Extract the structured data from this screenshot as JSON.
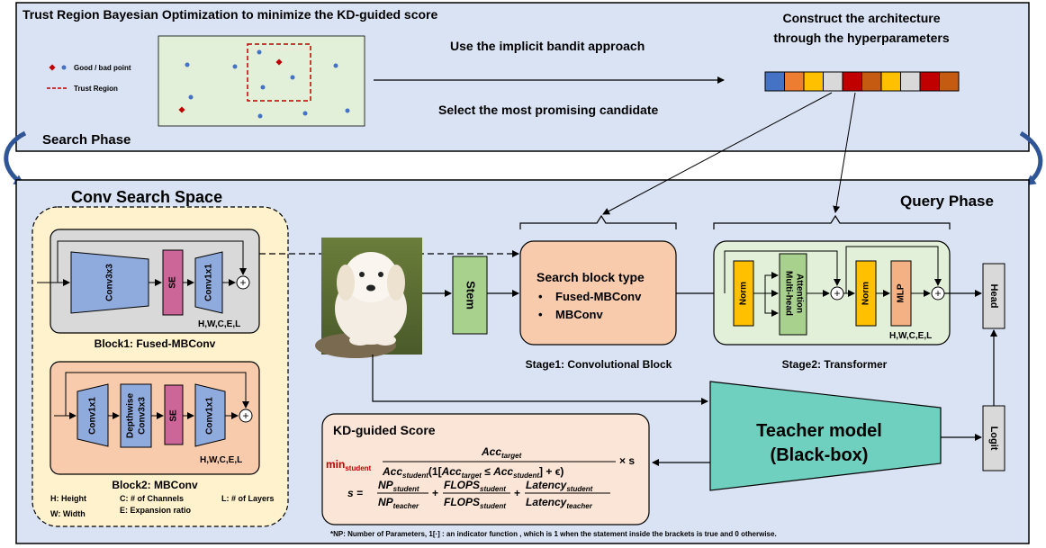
{
  "search_phase": {
    "title": "Trust Region Bayesian Optimization to minimize the KD-guided score",
    "phase_label": "Search Phase",
    "legend_point": "Good / bad point",
    "legend_region": "Trust Region",
    "bandit_text": "Use the implicit bandit approach",
    "select_text": "Select the most promising candidate",
    "construct_line1": "Construct the architecture",
    "construct_line2": "through the hyperparameters",
    "colors": {
      "good": "#c00000",
      "bad": "#4472c4",
      "region": "#c00000",
      "panel_bg": "#dae3f3",
      "plot_bg": "#e2f0d9"
    },
    "genome_colors": [
      "#4472c4",
      "#ed7d31",
      "#ffc000",
      "#d9d9d9",
      "#c00000",
      "#c55a11",
      "#ffc000",
      "#d9d9d9",
      "#c00000",
      "#c55a11"
    ]
  },
  "query_phase": {
    "label": "Query Phase",
    "conv_space": {
      "title": "Conv Search Space",
      "block1_layers": [
        "Conv3x3",
        "SE",
        "Conv1x1"
      ],
      "block1_params": "H,W,C,E,L",
      "block1_caption": "Block1: Fused-MBConv",
      "block2_layers": [
        "Conv1x1",
        "Depthwise",
        "Conv3x3",
        "SE",
        "Conv1x1"
      ],
      "block2_params": "H,W,C,E,L",
      "block2_caption": "Block2: MBConv",
      "legend": {
        "h": "H: Height",
        "w": "W: Width",
        "c": "C: # of Channels",
        "e": "E: Expansion ratio",
        "l": "L: # of Layers"
      }
    },
    "stem_label": "Stem",
    "stage1": {
      "title": "Search block type",
      "items": [
        "Fused-MBConv",
        "MBConv"
      ],
      "caption": "Stage1: Convolutional Block"
    },
    "stage2": {
      "layers": [
        "Norm",
        "Multi-head",
        "Attention",
        "Norm",
        "MLP"
      ],
      "params": "H,W,C,E,L",
      "caption": "Stage2: Transformer"
    },
    "head_label": "Head",
    "logit_label": "Logit",
    "teacher_line1": "Teacher model",
    "teacher_line2": "(Black-box)",
    "kd": {
      "title": "KD-guided Score",
      "min_word": "min",
      "min_sub": "student",
      "numerator": "Acc",
      "numerator_sub": "target",
      "den_acc": "Acc",
      "den_acc_sub": "student",
      "den_one": "(1",
      "den_ind_acc": "Acc",
      "den_ind_sub1": "target",
      "den_le": " ≤ ",
      "den_ind_acc2": "Acc",
      "den_ind_sub2": "student",
      "den_tail": "] + ϵ)",
      "times_s": "× s",
      "s_eq": "s =",
      "np": "NP",
      "np_sub_top": "student",
      "np_sub_bot": "teacher",
      "flops": "FLOPS",
      "flops_sub_top": "student",
      "flops_sub_bot": "student",
      "latency": "Latency",
      "lat_sub_top": "student",
      "lat_sub_bot": "teacher",
      "plus": "+"
    },
    "footnote": "*NP: Number of Parameters, 1[·] : an indicator function , which is 1 when the statement inside the brackets is true and 0 otherwise."
  }
}
